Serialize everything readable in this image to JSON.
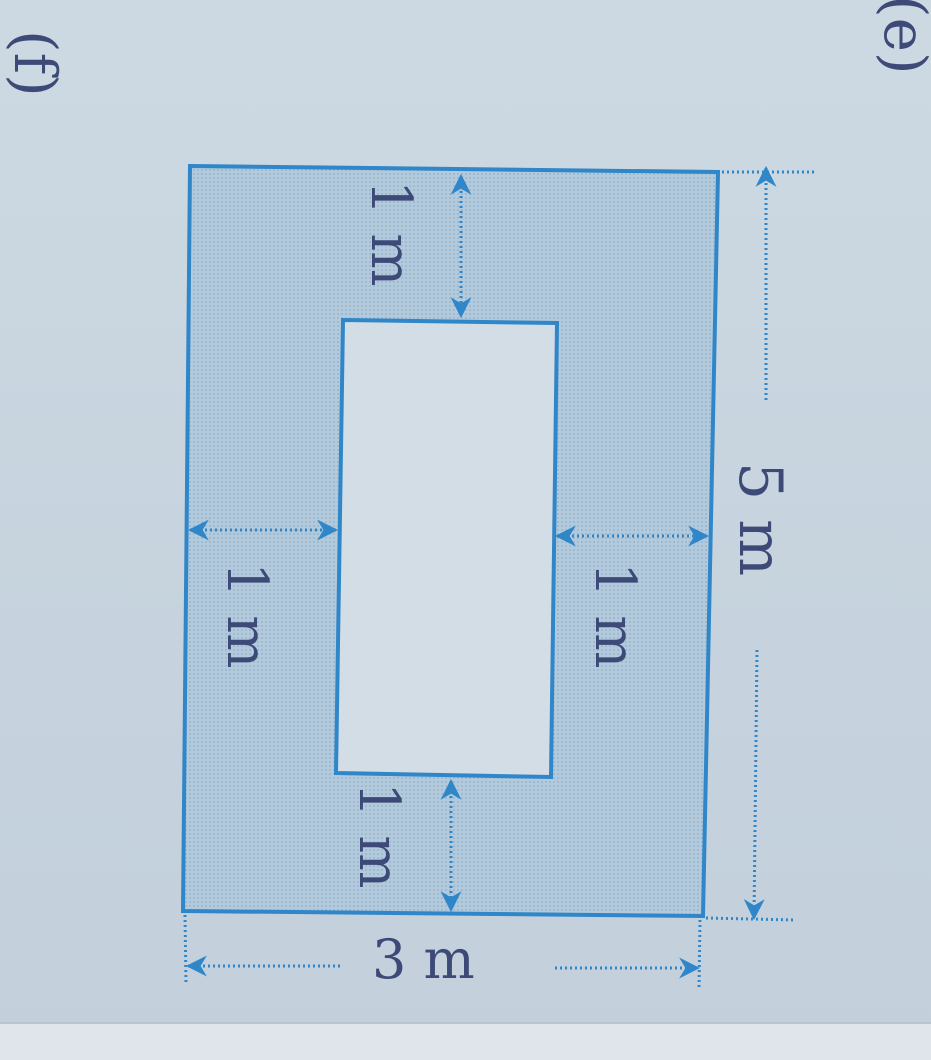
{
  "labels": {
    "part_left": "(f)",
    "part_right": "(e)",
    "top_gap": "1 m",
    "bottom_gap": "1 m",
    "left_gap": "1 m",
    "right_gap": "1 m",
    "height": "5 m",
    "width": "3 m"
  },
  "colors": {
    "line": "#2f86c8",
    "shade": "#a9c3d8",
    "inner": "#d5dfe7",
    "text": "#3d4a78"
  }
}
